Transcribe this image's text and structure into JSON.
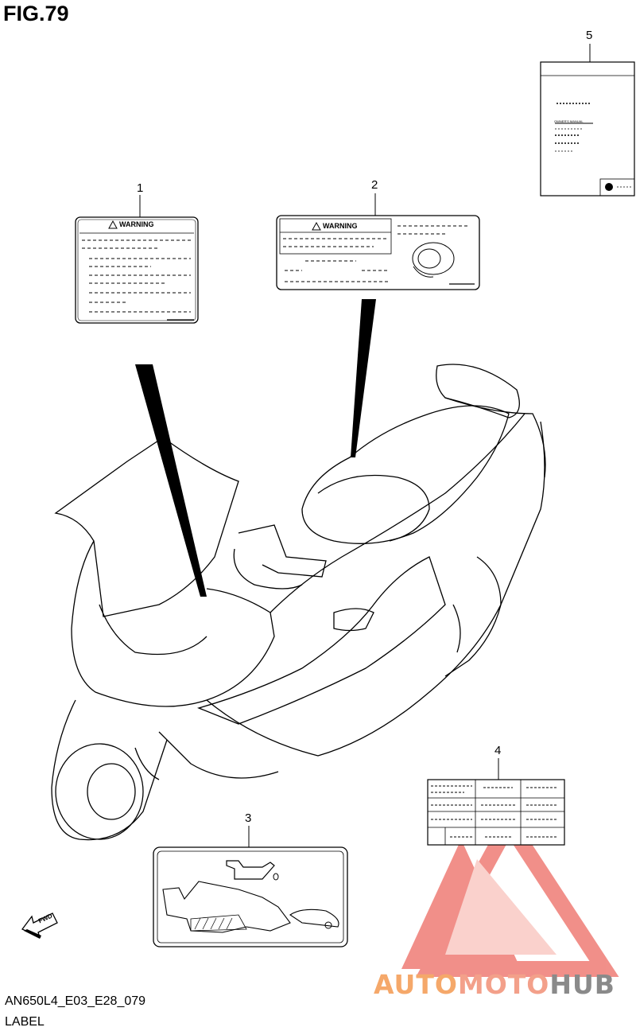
{
  "figure": {
    "title": "FIG.79"
  },
  "labels": [
    {
      "number": "1",
      "text": "WARNING"
    },
    {
      "number": "2",
      "text": "WARNING"
    },
    {
      "number": "3",
      "text": ""
    },
    {
      "number": "4",
      "text": ""
    },
    {
      "number": "5",
      "text": "OWNER'S MANUAL"
    }
  ],
  "direction_marker": "FWD",
  "footer": {
    "code": "AN650L4_E03_E28_079",
    "name": "LABEL"
  },
  "watermark": {
    "part1": "AUTO",
    "part2": "MOTO",
    "part3": "HUB"
  },
  "colors": {
    "watermark_red": "#e8463c",
    "watermark_orange": "#f5a86a",
    "watermark_gray": "#8a8a8a"
  }
}
